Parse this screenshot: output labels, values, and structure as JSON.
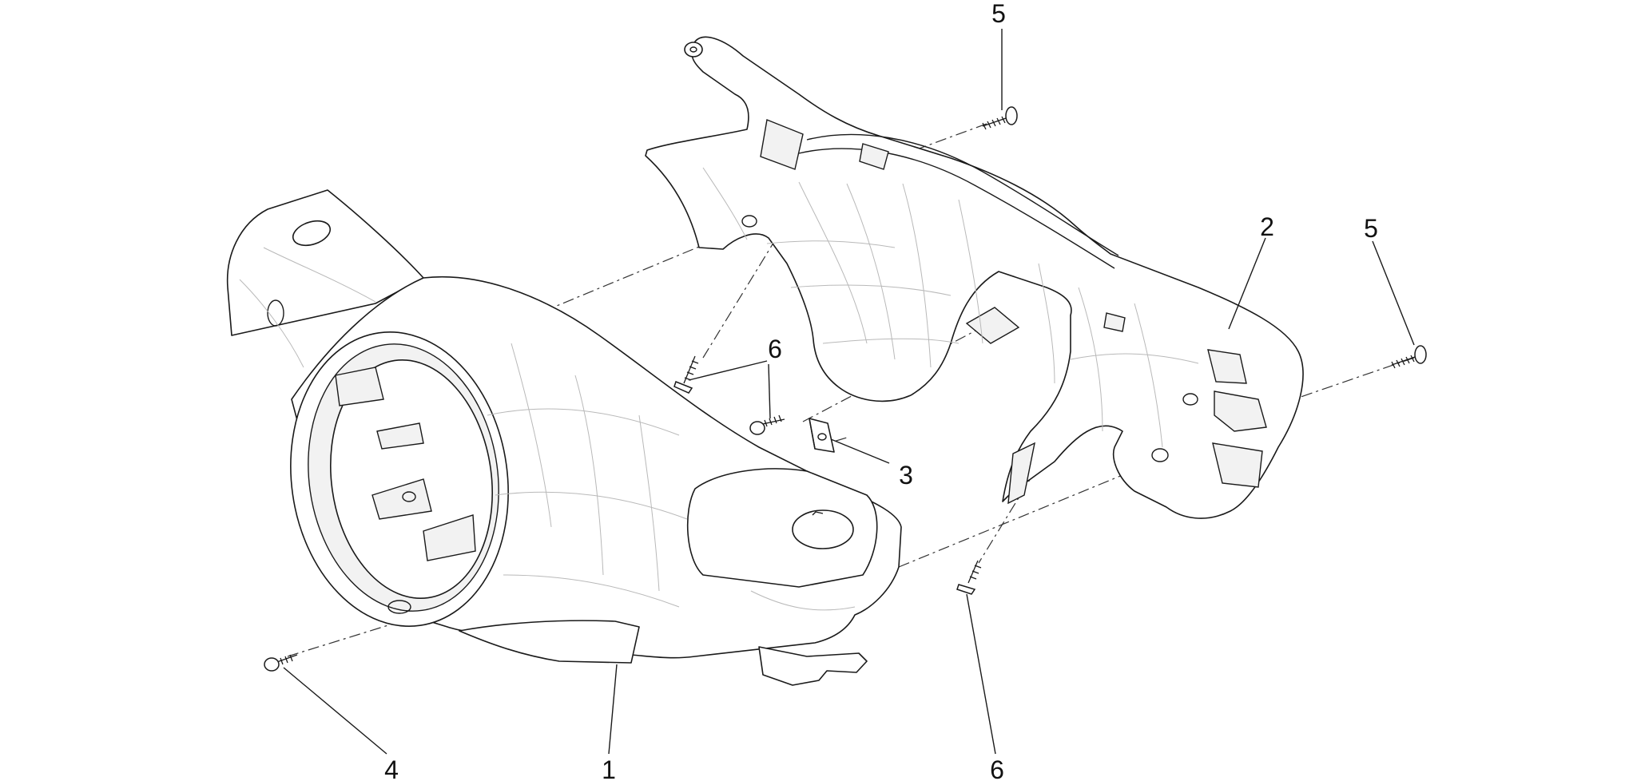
{
  "callouts": [
    {
      "id": "callout-5-top",
      "text": "5",
      "part": 5
    },
    {
      "id": "callout-2",
      "text": "2",
      "part": 2
    },
    {
      "id": "callout-5-right",
      "text": "5",
      "part": 5
    },
    {
      "id": "callout-6-upper",
      "text": "6",
      "part": 6
    },
    {
      "id": "callout-3",
      "text": "3",
      "part": 3
    },
    {
      "id": "callout-4",
      "text": "4",
      "part": 4
    },
    {
      "id": "callout-1",
      "text": "1",
      "part": 1
    },
    {
      "id": "callout-6-lower",
      "text": "6",
      "part": 6
    }
  ],
  "colors": {
    "line": "#1a1a1a",
    "detail": "#b9b9b9",
    "background": "#ffffff"
  }
}
